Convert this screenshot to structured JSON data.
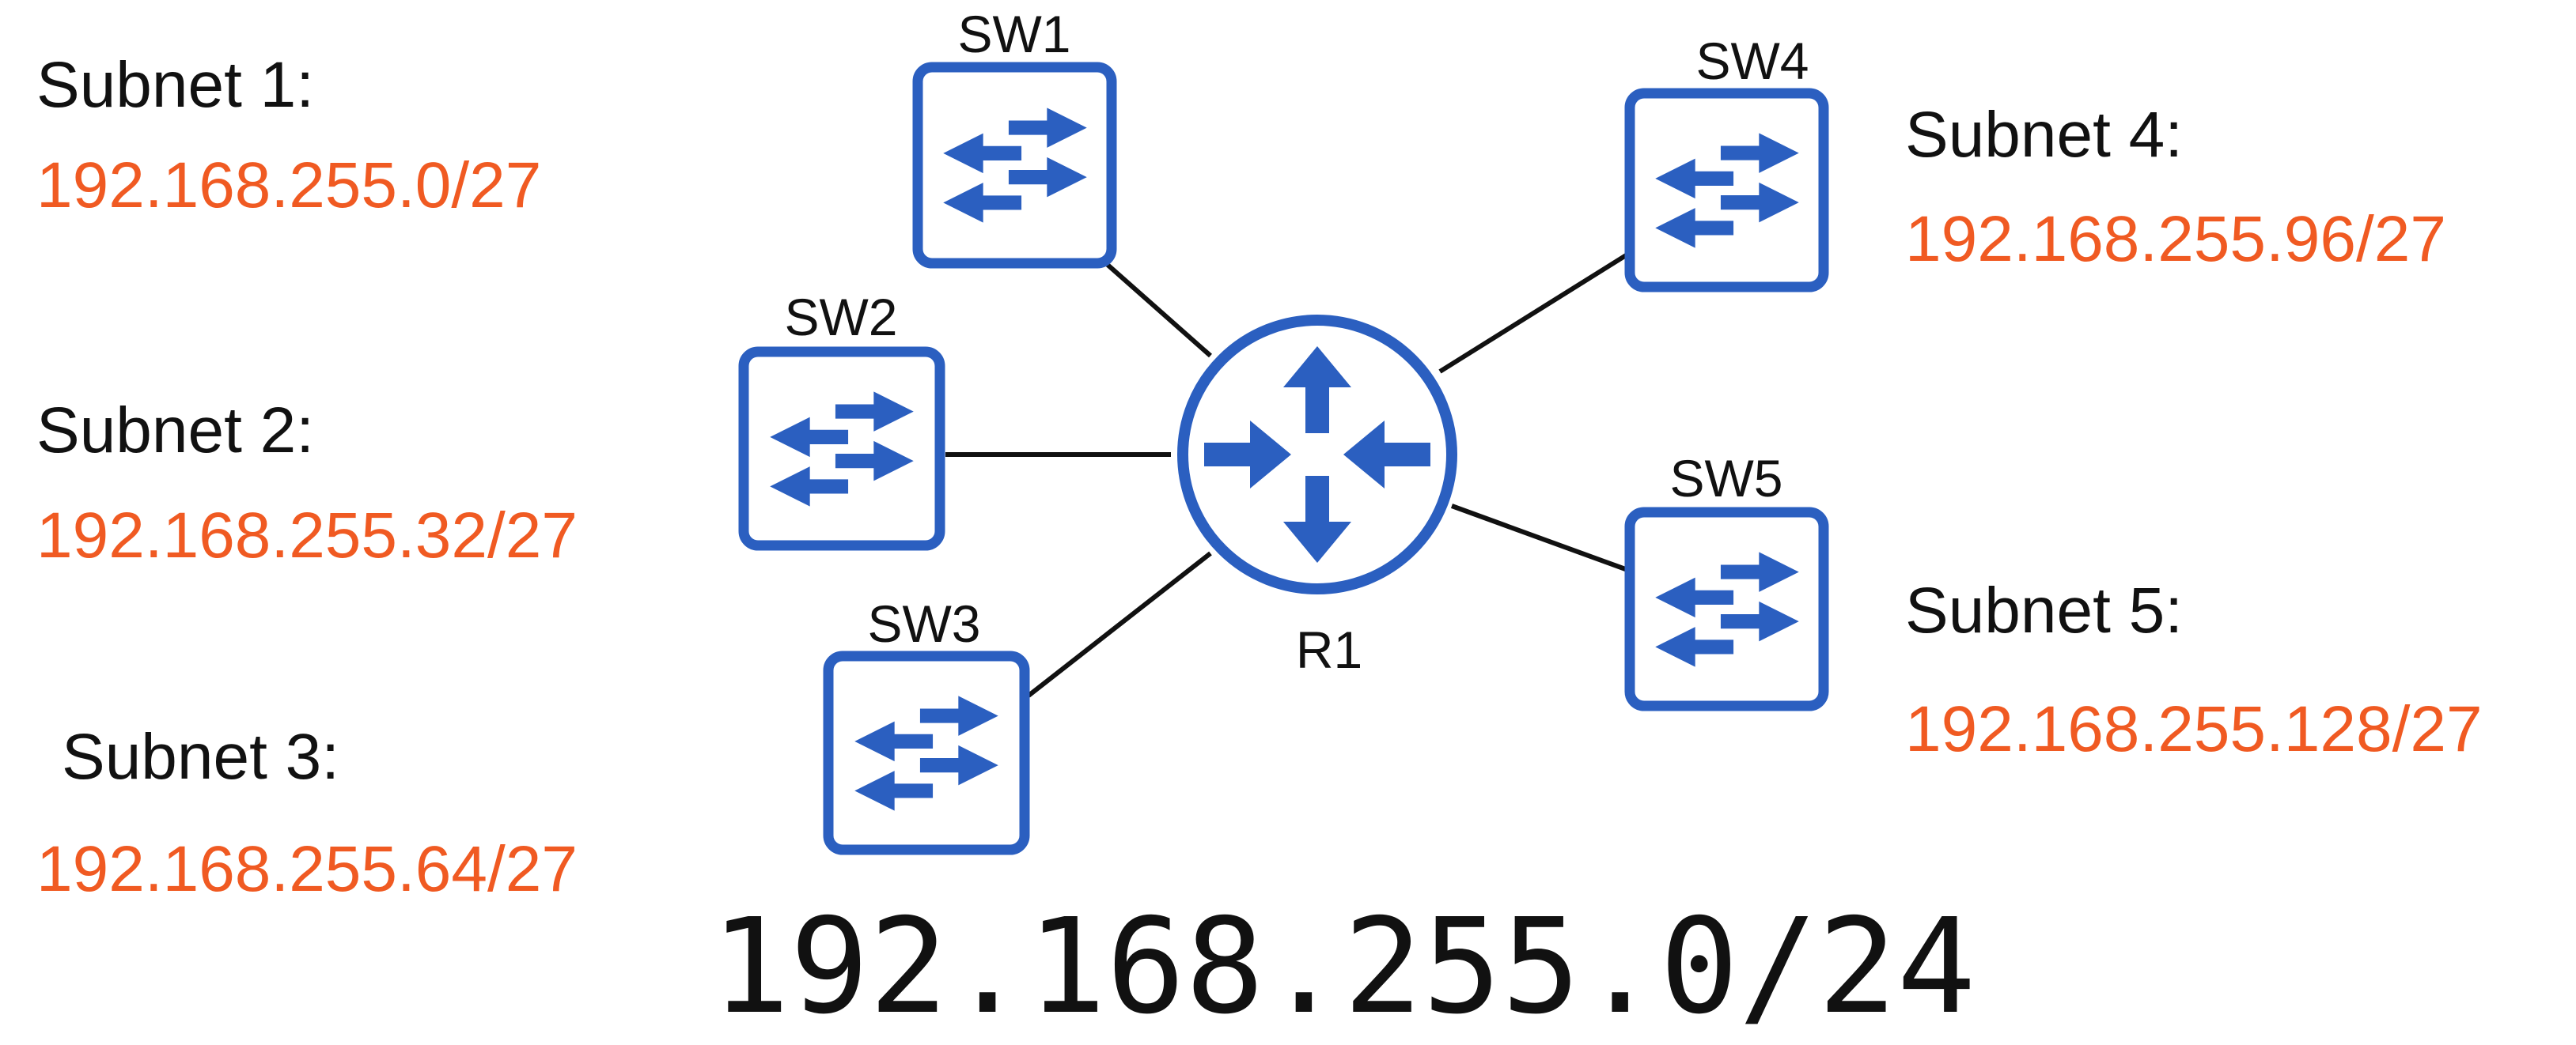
{
  "network": "192.168.255.0/24",
  "router": {
    "label": "R1"
  },
  "switches": [
    {
      "label": "SW1"
    },
    {
      "label": "SW2"
    },
    {
      "label": "SW3"
    },
    {
      "label": "SW4"
    },
    {
      "label": "SW5"
    }
  ],
  "subnets": [
    {
      "title": "Subnet 1:",
      "cidr": "192.168.255.0/27"
    },
    {
      "title": "Subnet 2:",
      "cidr": "192.168.255.32/27"
    },
    {
      "title": "Subnet 3:",
      "cidr": "192.168.255.64/27"
    },
    {
      "title": "Subnet 4:",
      "cidr": "192.168.255.96/27"
    },
    {
      "title": "Subnet 5:",
      "cidr": "192.168.255.128/27"
    }
  ],
  "colors": {
    "device": "#2B5FC0",
    "subnet_text": "#F05A22",
    "label_text": "#111111",
    "link": "#111111"
  }
}
